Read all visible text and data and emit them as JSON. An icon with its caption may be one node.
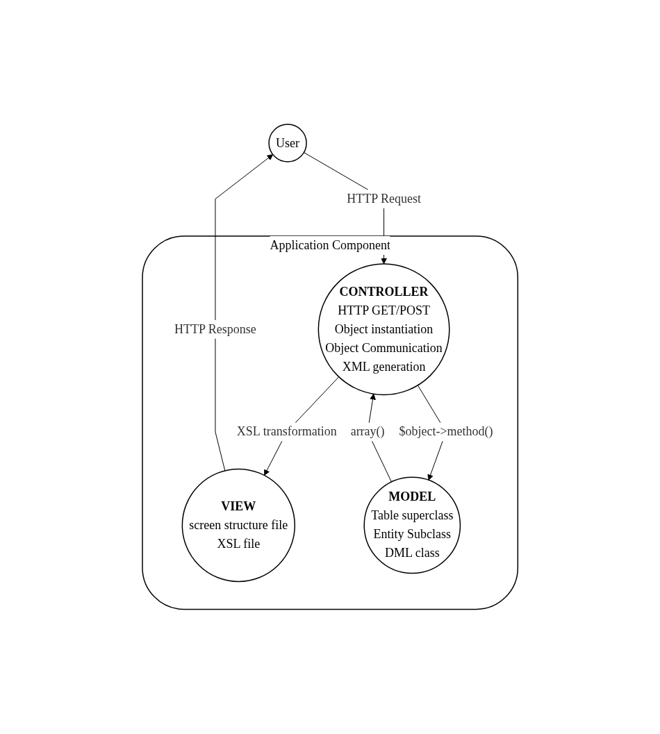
{
  "diagram": {
    "nodes": [
      {
        "text": [
          "User"
        ]
      },
      {
        "text": [
          "Application Component"
        ]
      },
      {
        "text": [
          "VIEW",
          "screen structure file",
          "XSL file"
        ],
        "in": 1
      },
      {
        "text": [
          "CONTROLLER",
          "HTTP GET/POST",
          "Object instantiation",
          "Object Communication",
          "XML generation"
        ],
        "in": 1
      },
      {
        "text": [
          "MODEL",
          "Table superclass",
          "Entity Subclass",
          "DML class"
        ],
        "in": 1
      }
    ],
    "edges": [
      {
        "from": 2,
        "to": 0,
        "arrow": "to",
        "label": "HTTP Response"
      },
      {
        "from": 0,
        "to": 3,
        "arrow": "to",
        "label": "HTTP Request"
      },
      {
        "from": 3,
        "to": 2,
        "arrow": "to",
        "label": "XSL transformation"
      },
      {
        "from": 4,
        "to": 3,
        "arrow": "to",
        "label": "array()"
      },
      {
        "from": 3,
        "to": 4,
        "arrow": "to",
        "label": "$object->method()"
      }
    ]
  }
}
